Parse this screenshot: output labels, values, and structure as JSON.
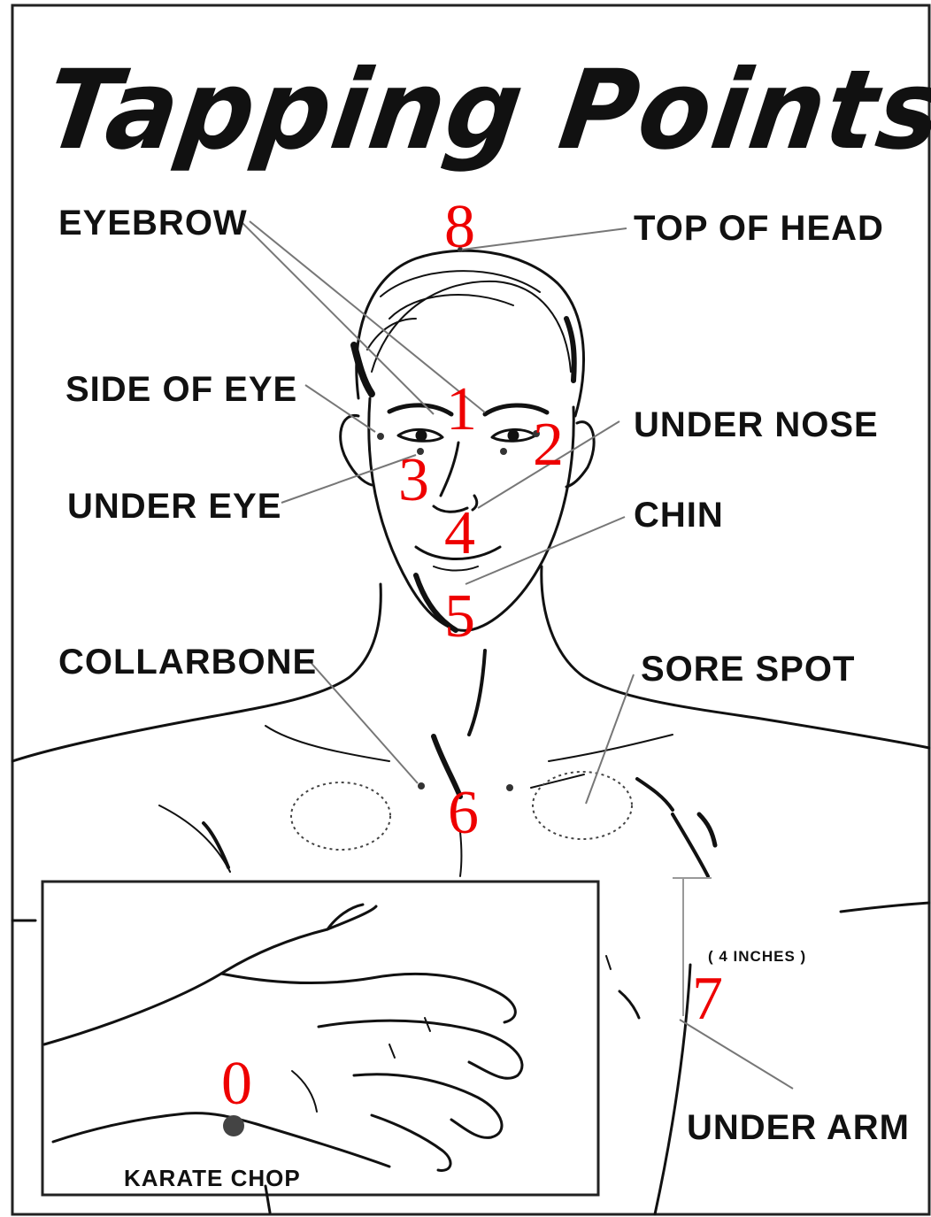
{
  "title": "Tapping Points",
  "labels": {
    "eyebrow": "EYEBROW",
    "top_of_head": "TOP OF HEAD",
    "side_of_eye": "SIDE OF EYE",
    "under_nose": "UNDER NOSE",
    "under_eye": "UNDER EYE",
    "chin": "CHIN",
    "collarbone": "COLLARBONE",
    "sore_spot": "SORE SPOT",
    "four_inches": "( 4 INCHES )",
    "under_arm": "UNDER ARM",
    "karate_chop": "KARATE CHOP"
  },
  "numbers": {
    "n0": "0",
    "n1": "1",
    "n2": "2",
    "n3": "3",
    "n4": "4",
    "n5": "5",
    "n6": "6",
    "n7": "7",
    "n8": "8"
  },
  "colors": {
    "ink": "#111111",
    "number": "#ee0000",
    "leader": "#777777"
  }
}
